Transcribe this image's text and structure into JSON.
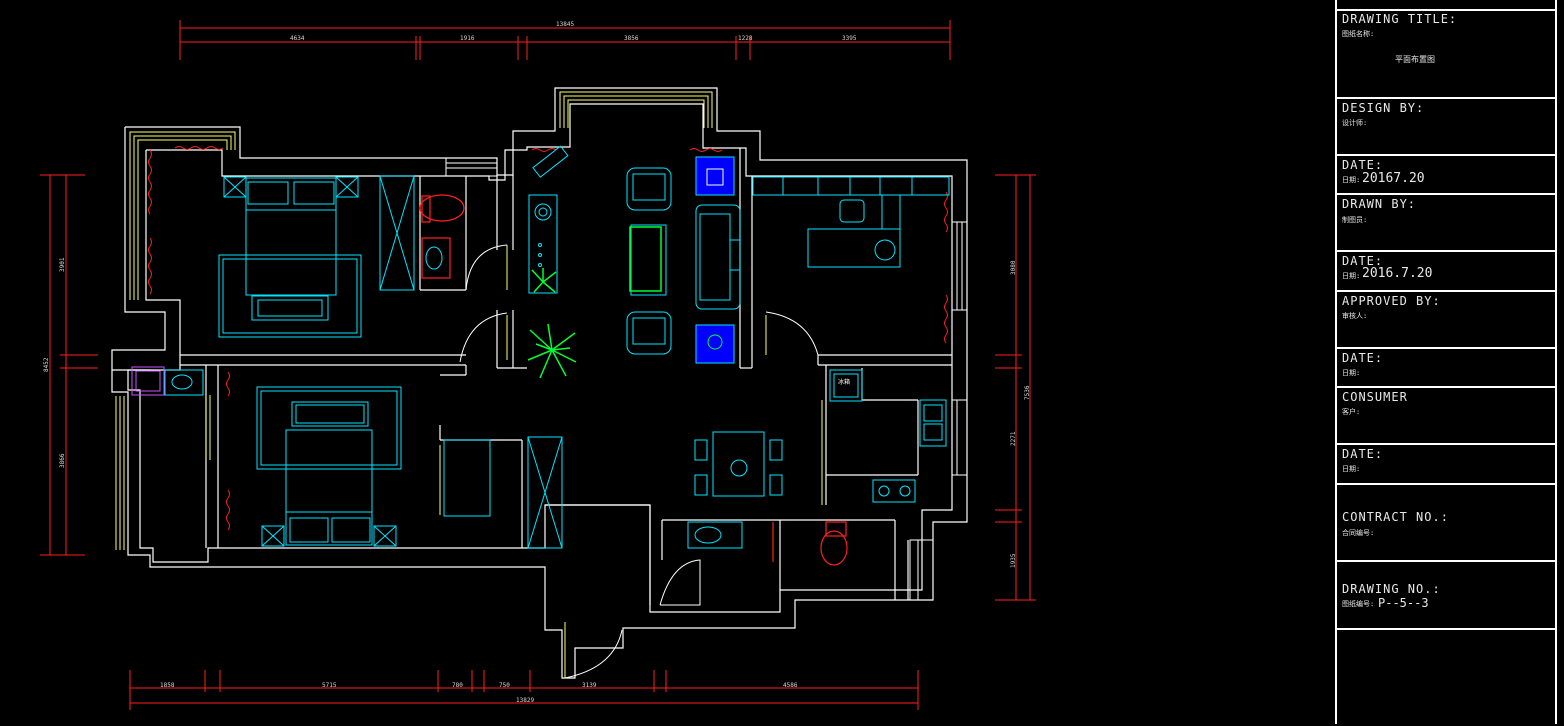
{
  "dimensions": {
    "top_total": "13845",
    "top_segments": [
      "4634",
      "1916",
      "3856",
      "1228",
      "3395"
    ],
    "bottom_total": "13829",
    "bottom_segments": [
      "1858",
      "5715",
      "780",
      "750",
      "3139",
      "4586"
    ],
    "left_total": "8452",
    "left_segments": [
      "3901",
      "3866"
    ],
    "right_total": "7536",
    "right_segments": [
      "3080",
      "2271",
      "1935"
    ]
  },
  "plan_labels": {
    "fridge": "冰箱"
  },
  "title_block": {
    "drawing_title_label": "DRAWING TITLE:",
    "drawing_title_sub": "图纸名称:",
    "drawing_title_value": "平面布置图",
    "design_by_label": "DESIGN BY:",
    "design_by_sub": "设计师:",
    "date1_label": "DATE:",
    "date1_sub": "日期:",
    "date1_value": "20167.20",
    "drawn_by_label": "DRAWN BY:",
    "drawn_by_sub": "制图员:",
    "date2_label": "DATE:",
    "date2_sub": "日期:",
    "date2_value": "2016.7.20",
    "approved_by_label": "APPROVED BY:",
    "approved_by_sub": "审核人:",
    "date3_label": "DATE:",
    "date3_sub": "日期:",
    "consumer_label": "CONSUMER",
    "consumer_sub": "客户:",
    "date4_label": "DATE:",
    "date4_sub": "日期:",
    "contract_label": "CONTRACT NO.:",
    "contract_sub": "合同编号:",
    "drawing_no_label": "DRAWING NO.:",
    "drawing_no_sub": "图纸编号:",
    "drawing_no_value": "P--5--3"
  },
  "colors": {
    "background": "#000000",
    "wall": "#ffffff",
    "dimension": "#ff2020",
    "furniture": "#00e5ff",
    "window": "#ffff66",
    "plant": "#00ff33",
    "fixture_red": "#ff2020",
    "rug": "#0000ff"
  }
}
